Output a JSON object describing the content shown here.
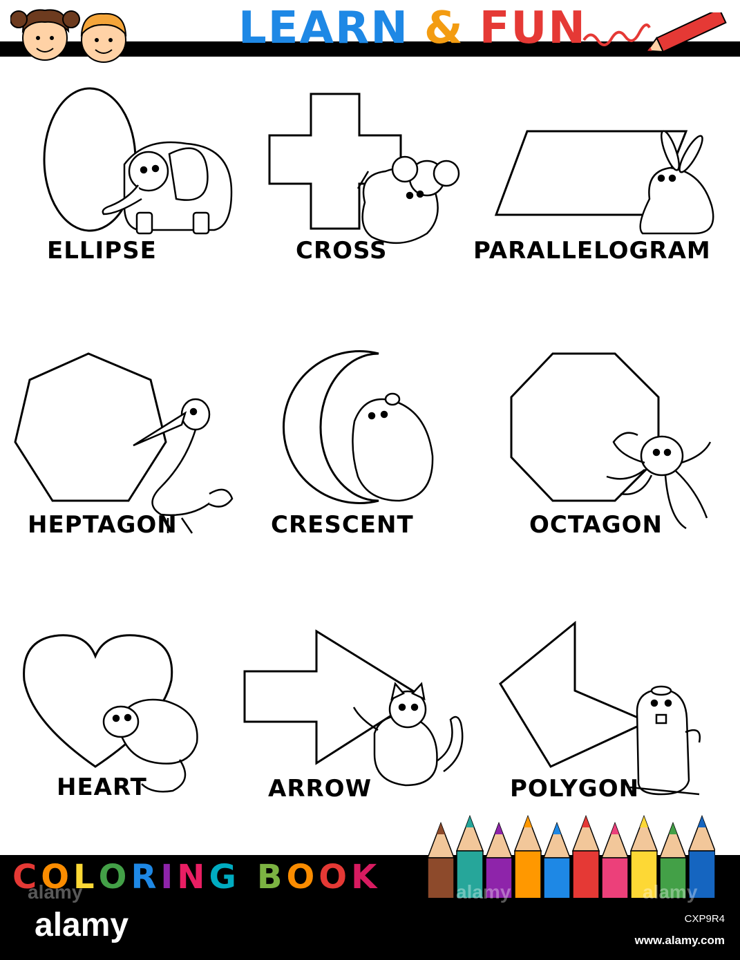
{
  "header": {
    "title_letters": [
      {
        "ch": "L",
        "color": "#1e88e5"
      },
      {
        "ch": "E",
        "color": "#1e88e5"
      },
      {
        "ch": "A",
        "color": "#1e88e5"
      },
      {
        "ch": "R",
        "color": "#1e88e5"
      },
      {
        "ch": "N",
        "color": "#1e88e5"
      },
      {
        "ch": " ",
        "color": "#000"
      },
      {
        "ch": "&",
        "color": "#f39c12"
      },
      {
        "ch": " ",
        "color": "#000"
      },
      {
        "ch": "F",
        "color": "#e53935"
      },
      {
        "ch": "U",
        "color": "#e53935"
      },
      {
        "ch": "N",
        "color": "#e53935"
      }
    ],
    "accent_color": "#e53935"
  },
  "shapes": [
    {
      "label": "ELLIPSE",
      "shape": "ellipse",
      "animal": "elephant"
    },
    {
      "label": "CROSS",
      "shape": "cross",
      "animal": "ram"
    },
    {
      "label": "PARALLELOGRAM",
      "shape": "parallelogram",
      "animal": "rabbit"
    },
    {
      "label": "HEPTAGON",
      "shape": "heptagon",
      "animal": "bird"
    },
    {
      "label": "CRESCENT",
      "shape": "crescent",
      "animal": "hamster"
    },
    {
      "label": "OCTAGON",
      "shape": "octagon",
      "animal": "octopus"
    },
    {
      "label": "HEART",
      "shape": "heart",
      "animal": "mouse"
    },
    {
      "label": "ARROW",
      "shape": "arrow",
      "animal": "cat"
    },
    {
      "label": "POLYGON",
      "shape": "polygon",
      "animal": "gopher"
    }
  ],
  "footer_banner": {
    "letters": [
      {
        "ch": "C",
        "color": "#e53935"
      },
      {
        "ch": "O",
        "color": "#fb8c00"
      },
      {
        "ch": "L",
        "color": "#fdd835"
      },
      {
        "ch": "O",
        "color": "#43a047"
      },
      {
        "ch": "R",
        "color": "#1e88e5"
      },
      {
        "ch": "I",
        "color": "#8e24aa"
      },
      {
        "ch": "N",
        "color": "#e91e63"
      },
      {
        "ch": "G",
        "color": "#00acc1"
      },
      {
        "ch": " ",
        "color": "#000"
      },
      {
        "ch": "B",
        "color": "#7cb342"
      },
      {
        "ch": "O",
        "color": "#fb8c00"
      },
      {
        "ch": "O",
        "color": "#e53935"
      },
      {
        "ch": "K",
        "color": "#d81b60"
      }
    ],
    "pencil_colors": [
      "#8d4a2b",
      "#26a69a",
      "#8e24aa",
      "#ff9800",
      "#1e88e5",
      "#e53935",
      "#ec407a",
      "#fdd835",
      "#43a047",
      "#1565c0"
    ]
  },
  "stock": {
    "logo": "alamy",
    "image_id": "CXP9R4",
    "site": "www.alamy.com",
    "watermark": "alamy"
  }
}
